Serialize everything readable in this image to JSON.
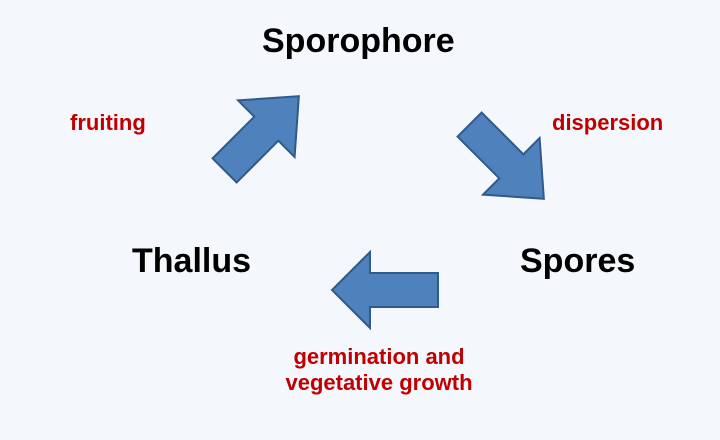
{
  "diagram": {
    "nodes": {
      "sporophore": "Sporophore",
      "spores": "Spores",
      "thallus": "Thallus"
    },
    "edges": {
      "fruiting": "fruiting",
      "dispersion": "dispersion",
      "growth_line1": "germination and",
      "growth_line2": "vegetative growth"
    }
  },
  "colors": {
    "background": "#f4f7fb",
    "node_text": "#000000",
    "edge_text": "#c00000",
    "arrow_fill": "#4f81bd",
    "arrow_stroke": "#2f5a8a"
  },
  "icons": {
    "arrow_fruiting": "arrow-up-right-icon",
    "arrow_dispersion": "arrow-down-right-icon",
    "arrow_growth": "arrow-left-icon"
  }
}
